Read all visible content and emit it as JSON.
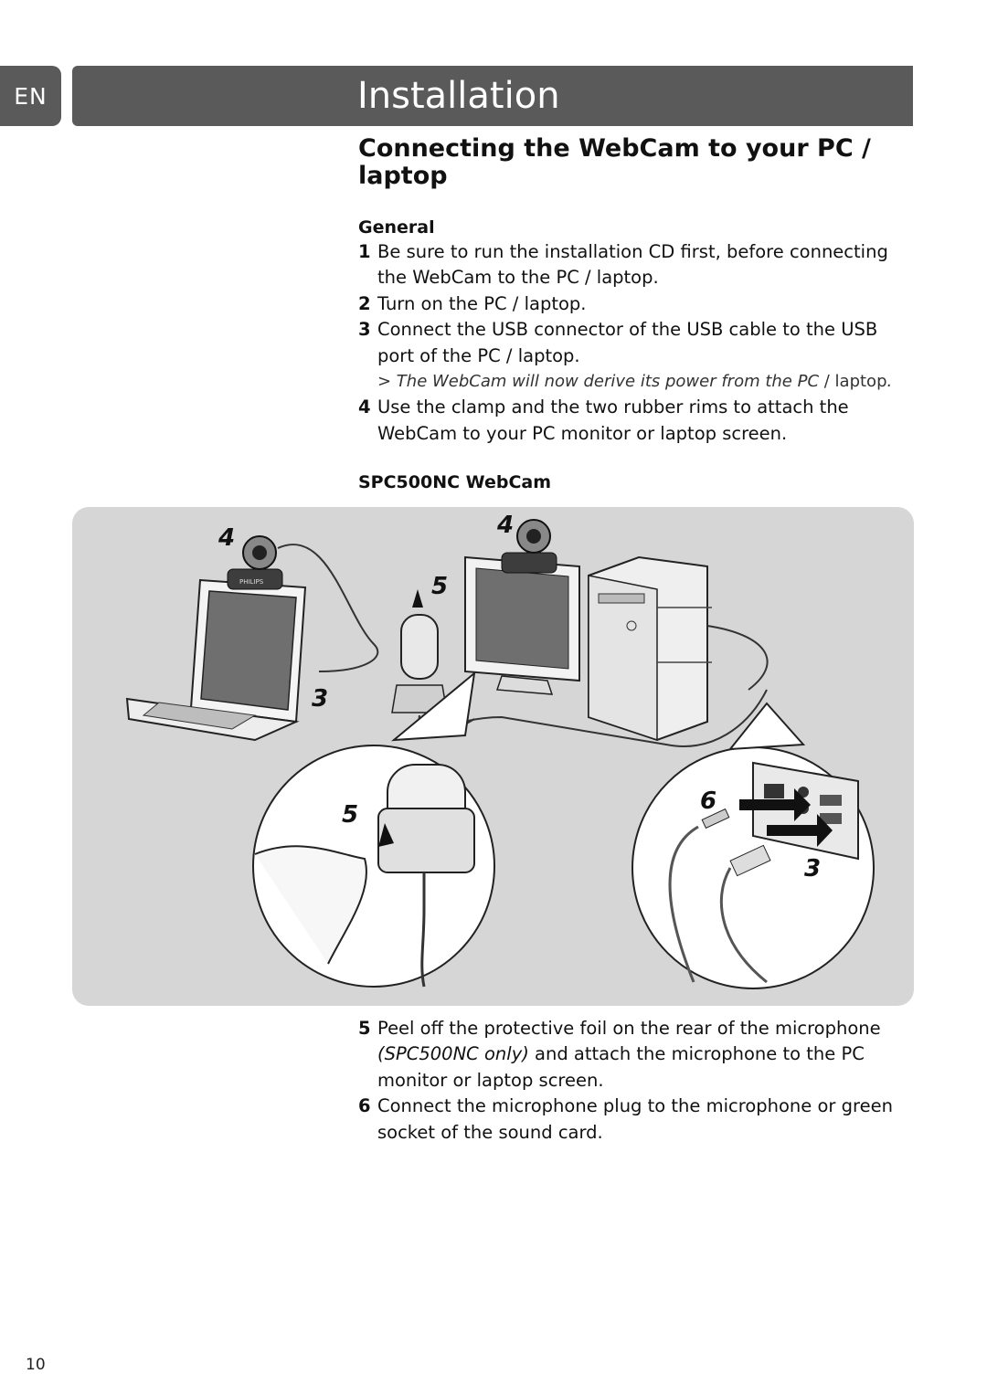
{
  "header": {
    "language": "EN",
    "title": "Installation"
  },
  "section": {
    "heading": "Connecting the WebCam to your PC / laptop",
    "general_label": "General",
    "steps_a": [
      {
        "num": "1",
        "text": "Be sure to run the installation CD first, before connecting the WebCam to the PC / laptop."
      },
      {
        "num": "2",
        "text": "Turn on the PC / laptop."
      },
      {
        "num": "3",
        "text": "Connect the USB connector of the USB cable to the USB port of the PC / laptop."
      },
      {
        "num": "",
        "result_italic": "> The WebCam will now derive its power from the PC",
        "result_plain": " / laptop",
        "result_end": "."
      },
      {
        "num": "4",
        "text": "Use the clamp and the two rubber rims to attach the WebCam to your PC monitor or laptop screen."
      }
    ],
    "model_label": "SPC500NC WebCam",
    "steps_b": [
      {
        "num": "5",
        "text_a": "Peel off the protective foil on the rear of the microphone ",
        "text_italic": "(SPC500NC only)",
        "text_b": " and attach the microphone to the PC monitor or laptop screen."
      },
      {
        "num": "6",
        "text": "Connect the microphone plug to the microphone or green socket of the sound card."
      }
    ]
  },
  "figure": {
    "callouts": [
      "4",
      "4",
      "5",
      "3",
      "5",
      "6",
      "3"
    ],
    "brand_text": "PHILIPS"
  },
  "footer": {
    "page_number": "10"
  }
}
